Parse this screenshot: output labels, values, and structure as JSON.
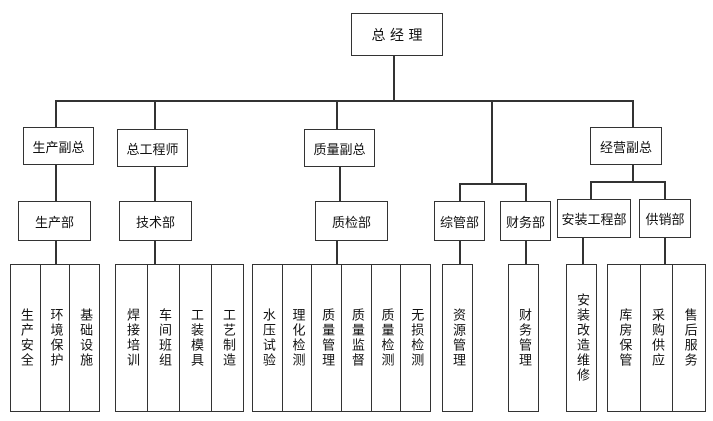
{
  "ceo": "总 经 理",
  "vps": [
    "生产副总",
    "总工程师",
    "质量副总",
    "经营副总"
  ],
  "depts": [
    "生产部",
    "技术部",
    "质检部",
    "综管部",
    "财务部",
    "安装工程部",
    "供销部"
  ],
  "units": {
    "production": [
      "生产安全",
      "环境保护",
      "基础设施"
    ],
    "tech": [
      "焊接培训",
      "车间班组",
      "工装模具",
      "工艺制造"
    ],
    "quality": [
      "水压试验",
      "理化检测",
      "质量管理",
      "质量监督",
      "质量检测",
      "无损检测"
    ],
    "admin": [
      "资源管理"
    ],
    "finance": [
      "财务管理"
    ],
    "install": [
      "安装改造维修"
    ],
    "supply": [
      "库房保管",
      "采购供应",
      "售后服务"
    ]
  }
}
